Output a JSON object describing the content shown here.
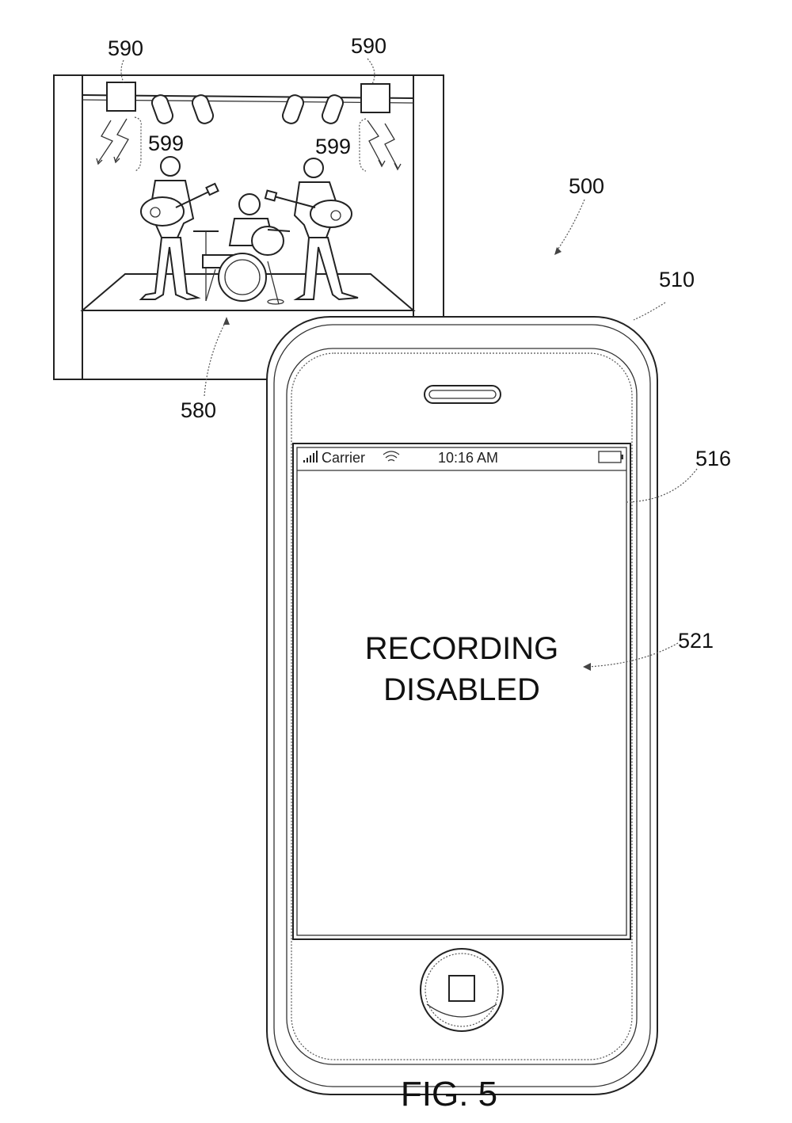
{
  "references": {
    "light_left": "590",
    "light_right": "590",
    "signal_left": "599",
    "signal_right": "599",
    "system": "500",
    "device": "510",
    "stage": "580",
    "display": "516",
    "message_ref": "521"
  },
  "status_bar": {
    "carrier": "Carrier",
    "time": "10:16 AM"
  },
  "screen_message": {
    "line1": "RECORDING",
    "line2": "DISABLED"
  },
  "figure_caption": "FIG. 5",
  "icons": [
    "signal-bars-icon",
    "wifi-icon",
    "battery-icon",
    "home-button-icon",
    "speaker-icon",
    "spotlight-icon"
  ]
}
